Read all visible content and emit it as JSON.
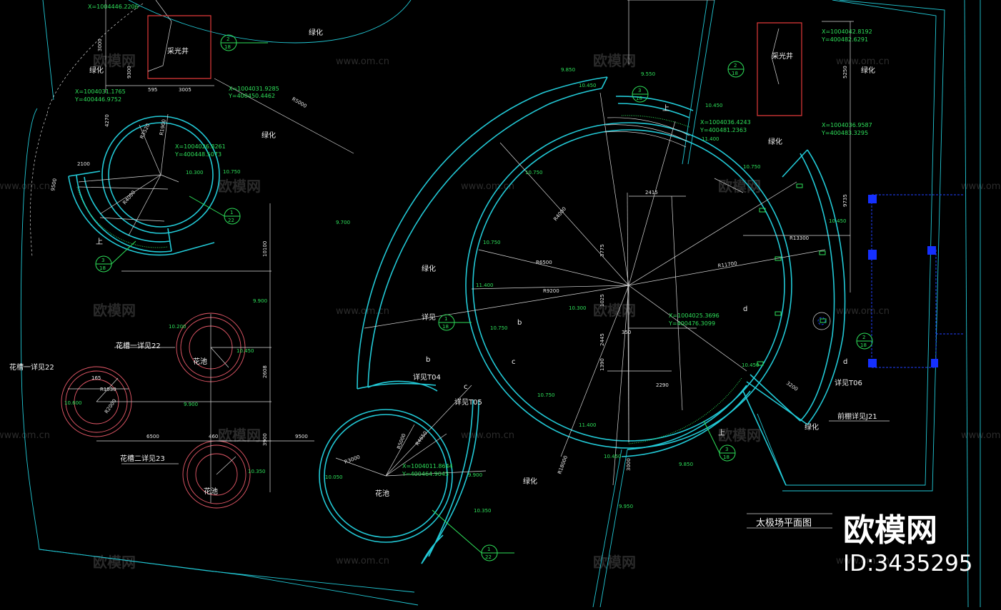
{
  "drawing": {
    "title": "太极场平面图",
    "watermark": {
      "brand": "欧模网",
      "site": "www.om.cn",
      "id_label": "ID:3435295"
    },
    "labels": {
      "greenery": "绿化",
      "skylight_well": "采光井",
      "flower_pool": "花池",
      "flower_bed_1": "花槽一详见22",
      "flower_bed_2": "花槽二详见23",
      "see": "详见",
      "detail_t04": "详见T04",
      "detail_t05": "详见T05",
      "detail_t06": "详见T06",
      "pergola": "前棚详见J21",
      "up": "上",
      "letter_b": "b",
      "letter_c": "c",
      "letter_d": "d"
    },
    "coordinates": {
      "c1": "X=1004446.2206",
      "c2x": "X=1004031.9285",
      "c2y": "Y=400450.4462",
      "c3x": "X=1004031.1765",
      "c3y": "Y=400446.9752",
      "c4x": "X=1004026.8261",
      "c4y": "Y=400448.5073",
      "c5x": "X=1004042.8192",
      "c5y": "Y=400482.6291",
      "c6x": "X=1004036.4243",
      "c6y": "Y=400481.2363",
      "c7x": "X=1004036.9587",
      "c7y": "Y=400483.3295",
      "c8x": "X=1004025.3696",
      "c8y": "Y=400476.3099",
      "c9x": "X=1004011.8644",
      "c9y": "Y=400464.9043"
    },
    "elevations": [
      "9.850",
      "9.550",
      "10.450",
      "10.450",
      "11.400",
      "10.750",
      "10.300",
      "10.750",
      "9.700",
      "9.900",
      "10.200",
      "10.450",
      "10.600",
      "9.900",
      "10.350",
      "10.750",
      "11.400",
      "10.300",
      "10.750",
      "10.750",
      "11.400",
      "10.450",
      "9.850",
      "9.950",
      "10.450",
      "10.050",
      "10.350",
      "9.900",
      "10.450",
      "10.750"
    ],
    "dimensions": [
      "3000",
      "9300",
      "595",
      "3005",
      "4270",
      "R3520",
      "R1900",
      "2100",
      "R4000",
      "9500",
      "R5000",
      "10100",
      "2608",
      "6500",
      "460",
      "3900",
      "9500",
      "R3000",
      "R5000",
      "R4650",
      "165",
      "R1530",
      "R2000",
      "R4000",
      "R6500",
      "R9200",
      "R11700",
      "R13300",
      "2415",
      "3775",
      "1025",
      "2445",
      "1390",
      "2290",
      "350",
      "5250",
      "9735",
      "13300",
      "3200",
      "R18000",
      "3000"
    ],
    "callouts": [
      {
        "top": "2",
        "bottom": "18"
      },
      {
        "top": "3",
        "bottom": "18"
      },
      {
        "top": "1",
        "bottom": "22"
      },
      {
        "top": "2",
        "bottom": "18"
      },
      {
        "top": "3",
        "bottom": "18"
      },
      {
        "top": "1",
        "bottom": "18"
      },
      {
        "top": "2",
        "bottom": "18"
      },
      {
        "top": "1",
        "bottom": "22"
      },
      {
        "top": "3",
        "bottom": "18"
      }
    ],
    "colors": {
      "background": "#000000",
      "outline": "#22c9d6",
      "dimension": "#d8d8d8",
      "annotation": "#2ee05a",
      "skylight": "#e23a3a",
      "planter": "#e85a6a",
      "canopy": "#2040ff"
    }
  }
}
